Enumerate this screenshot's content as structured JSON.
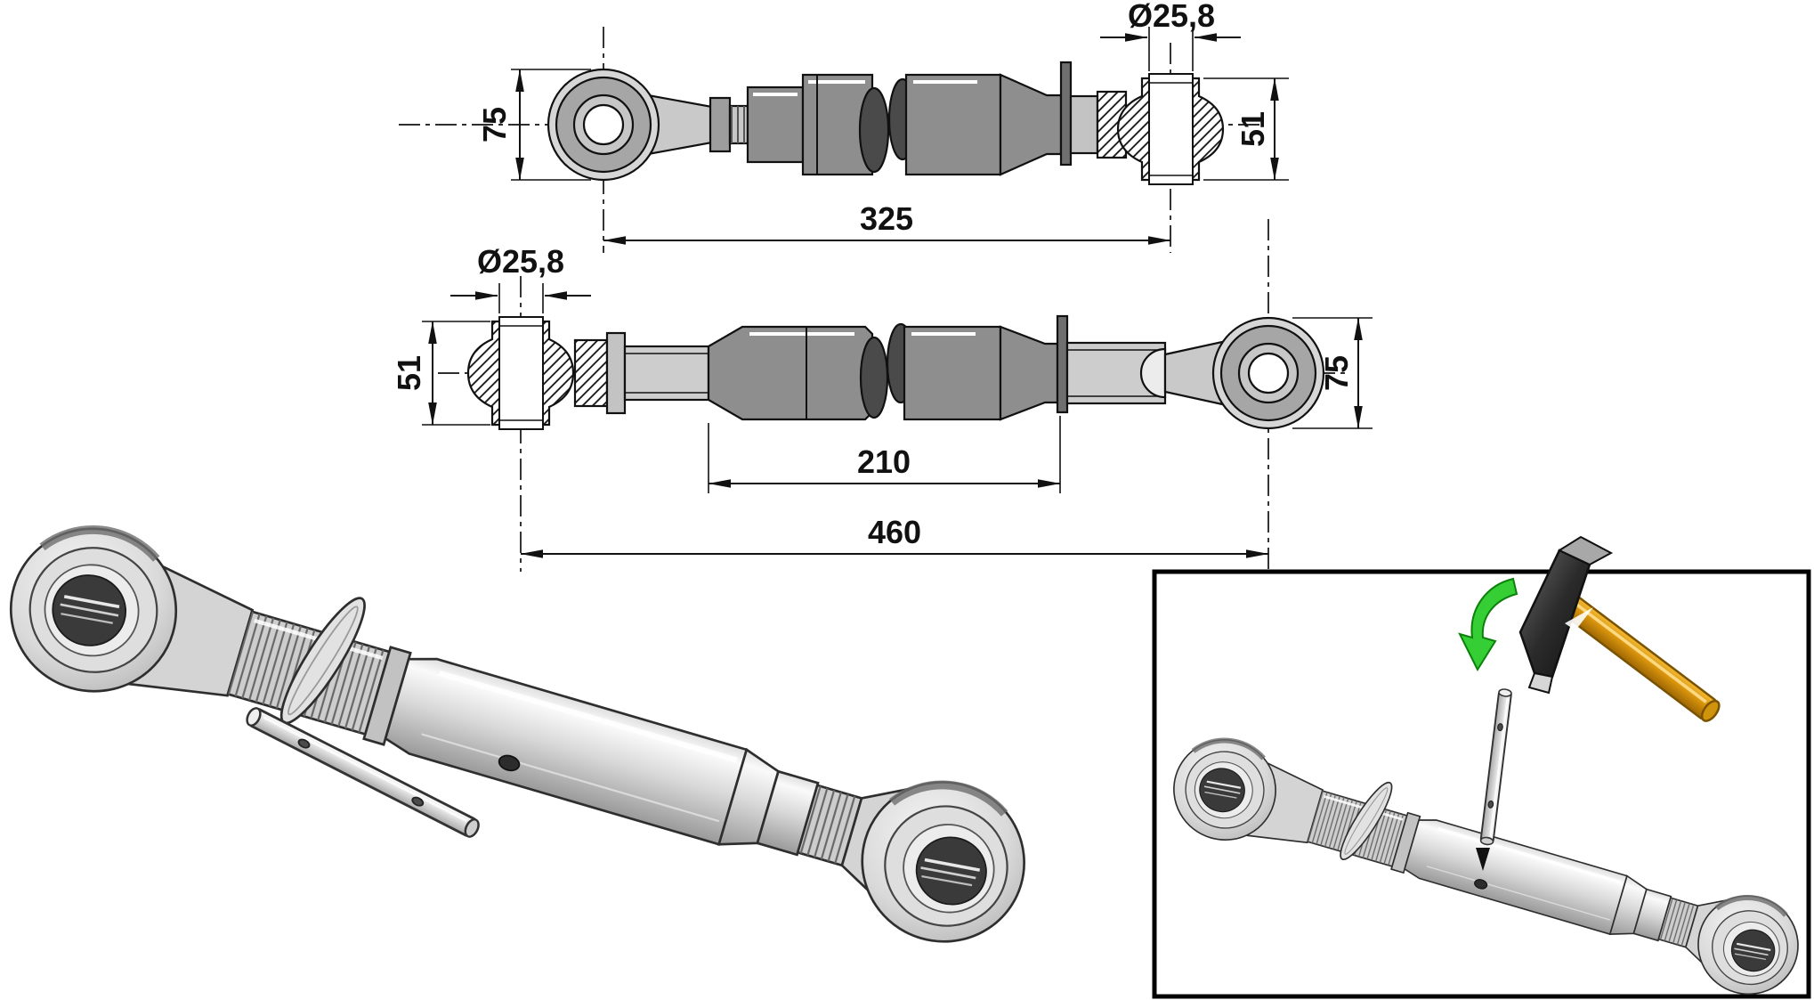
{
  "top_view": {
    "eye_height": "75",
    "pin_length": "325",
    "bore_diameter": "Ø25,8",
    "ball_height": "51"
  },
  "middle_view": {
    "bore_diameter": "Ø25,8",
    "ball_height": "51",
    "tube_length": "210",
    "overall_length": "460",
    "eye_height": "75"
  },
  "colors": {
    "line": "#111111",
    "steel_dark": "#8e8e8e",
    "steel_mid": "#c6c6c6",
    "steel_light": "#d6d6d6",
    "section_fill": "#ffffff",
    "hammer_head": "#2f2f2f",
    "hammer_handle": "#d8930c",
    "rotation_arrow_green": "#35cf35",
    "background": "#ffffff"
  }
}
